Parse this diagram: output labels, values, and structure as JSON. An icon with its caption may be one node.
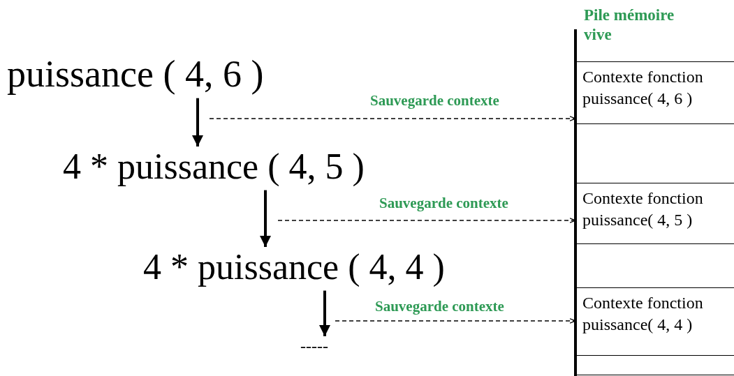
{
  "diagram": {
    "nodes": [
      {
        "text": [
          "puissance ( 4, 6 )"
        ]
      },
      {
        "text": [
          "4 * puissance ( 4, 5 )"
        ]
      },
      {
        "text": [
          "4 * puissance ( 4, 4 )"
        ]
      },
      {
        "text": [
          "-----"
        ]
      },
      {
        "text": [
          "Pile mémoire vive"
        ]
      },
      {
        "text": [
          "Contexte fonction puissance( 4, 6 )"
        ],
        "in": 4
      },
      {
        "text": [],
        "shape": "box",
        "in": 4
      },
      {
        "text": [
          "Contexte fonction puissance( 4, 5 )"
        ],
        "in": 4
      },
      {
        "text": [],
        "shape": "box",
        "in": 4
      },
      {
        "text": [
          "Contexte fonction puissance( 4, 4 )"
        ],
        "in": 4
      },
      {
        "text": [],
        "shape": "box",
        "in": 4
      }
    ],
    "edges": [
      {
        "from": 0,
        "to": 1,
        "arrow": "to",
        "style": "thick"
      },
      {
        "from": null,
        "to": 5,
        "arrow": "to",
        "style": "dashed",
        "label": "Sauvegarde contexte"
      },
      {
        "from": 1,
        "to": 2,
        "arrow": "to",
        "style": "thick"
      },
      {
        "from": null,
        "to": 7,
        "arrow": "to",
        "style": "dashed",
        "label": "Sauvegarde contexte"
      },
      {
        "from": 2,
        "to": 3,
        "arrow": "to",
        "style": "thick"
      },
      {
        "from": null,
        "to": 9,
        "arrow": "to",
        "style": "dashed",
        "label": "Sauvegarde contexte"
      }
    ]
  }
}
